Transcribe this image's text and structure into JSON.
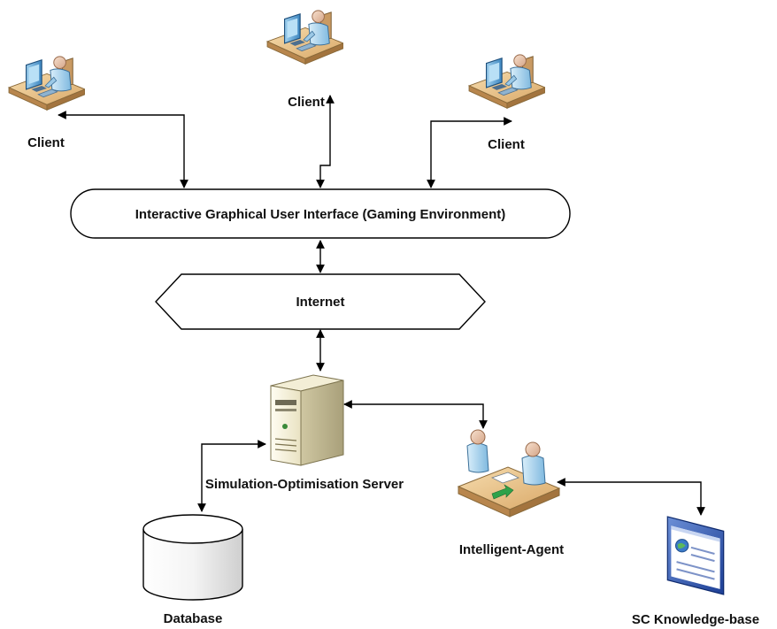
{
  "diagram": {
    "gui_label": "Interactive Graphical User Interface (Gaming Environment)",
    "internet_label": "Internet",
    "server_label": "Simulation-Optimisation Server",
    "database_label": "Database",
    "agent_label": "Intelligent-Agent",
    "kb_label": "SC Knowledge-base",
    "clients": [
      {
        "label": "Client"
      },
      {
        "label": "Client"
      },
      {
        "label": "Client"
      }
    ]
  },
  "icons": [
    "client-workstation-icon",
    "server-tower-icon",
    "database-cylinder-icon",
    "agent-desk-icon",
    "knowledge-base-window-icon"
  ]
}
